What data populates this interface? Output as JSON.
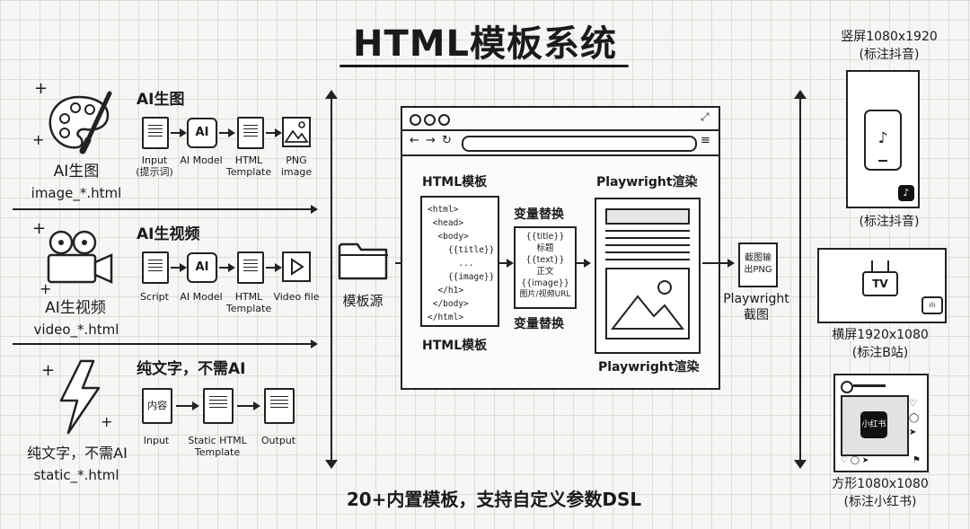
{
  "title": "HTML模板系统",
  "sections": [
    {
      "heading": "AI生图",
      "name": "AI生图",
      "file": "image_*.html",
      "steps": [
        {
          "line1": "Input",
          "line2": "(提示词)"
        },
        {
          "line1": "AI Model",
          "line2": ""
        },
        {
          "line1": "HTML",
          "line2": "Template"
        },
        {
          "line1": "PNG",
          "line2": "image"
        }
      ]
    },
    {
      "heading": "AI生视频",
      "name": "AI生视频",
      "file": "video_*.html",
      "steps": [
        {
          "line1": "Script",
          "line2": ""
        },
        {
          "line1": "AI Model",
          "line2": ""
        },
        {
          "line1": "HTML",
          "line2": "Template"
        },
        {
          "line1": "Video file",
          "line2": ""
        }
      ]
    },
    {
      "heading": "纯文字，不需AI",
      "name": "纯文字，不需AI",
      "file": "static_*.html",
      "steps": [
        {
          "line1": "Input",
          "line2": ""
        },
        {
          "line1": "Static HTML",
          "line2": "Template"
        },
        {
          "line1": "Output",
          "line2": ""
        }
      ],
      "doc_text": "内容"
    }
  ],
  "chip_text": "AI",
  "template_source": "模板源",
  "browser": {
    "html_template_top": "HTML模板",
    "html_template_bottom": "HTML模板",
    "code": "<html>\n <head>\n  <body>\n    {{title}}\n      ...\n    {{image}}\n  </h1>\n </body>\n</html>",
    "var_top": "变量替换",
    "var_bottom": "变量替换",
    "var_lines": [
      "{{title}}",
      "标题",
      "{{text}}",
      "正文",
      "{{image}}",
      "图片/视频URL"
    ],
    "render_top": "Playwright渲染",
    "render_bottom": "Playwright渲染"
  },
  "screenshot": {
    "doc_line1": "截图输",
    "doc_line2": "出PNG",
    "label1": "Playwright",
    "label2": "截图"
  },
  "footer": "20+内置模板，支持自定义参数DSL",
  "outputs": {
    "vertical_title": "竖屏1080x1920",
    "vertical_sub": "(标注抖音)",
    "vertical_caption": "(标注抖音)",
    "tv_label": "TV",
    "horizontal_title": "横屏1920x1080",
    "horizontal_sub": "(标注B站)",
    "xhs_label": "小红书",
    "square_title": "方形1080x1080",
    "square_sub": "(标注小红书)"
  }
}
